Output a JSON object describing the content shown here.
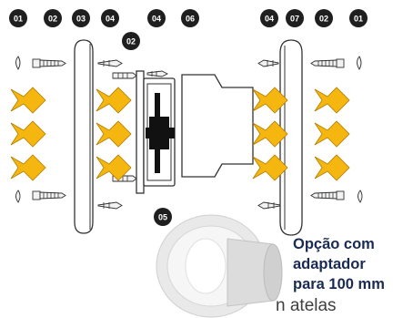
{
  "diagram": {
    "badges": {
      "b01_left": "01",
      "b02_left": "02",
      "b03": "03",
      "b04_left": "04",
      "b02_mid": "02",
      "b04_mid": "04",
      "b06": "06",
      "b04_right": "04",
      "b07": "07",
      "b02_right": "02",
      "b01_right": "01",
      "b05": "05"
    },
    "note_lines": [
      "Opção com",
      "adaptador",
      "para 100 mm"
    ],
    "cropped_text": "n atelas"
  },
  "colors": {
    "arrow_fill": "#f5b70f",
    "badge_fill": "#1f1f1f",
    "note_text": "#1a2b52"
  },
  "icons": [
    "arrow-icon",
    "screw-icon",
    "wall-plug-icon",
    "fan-motor-icon"
  ]
}
